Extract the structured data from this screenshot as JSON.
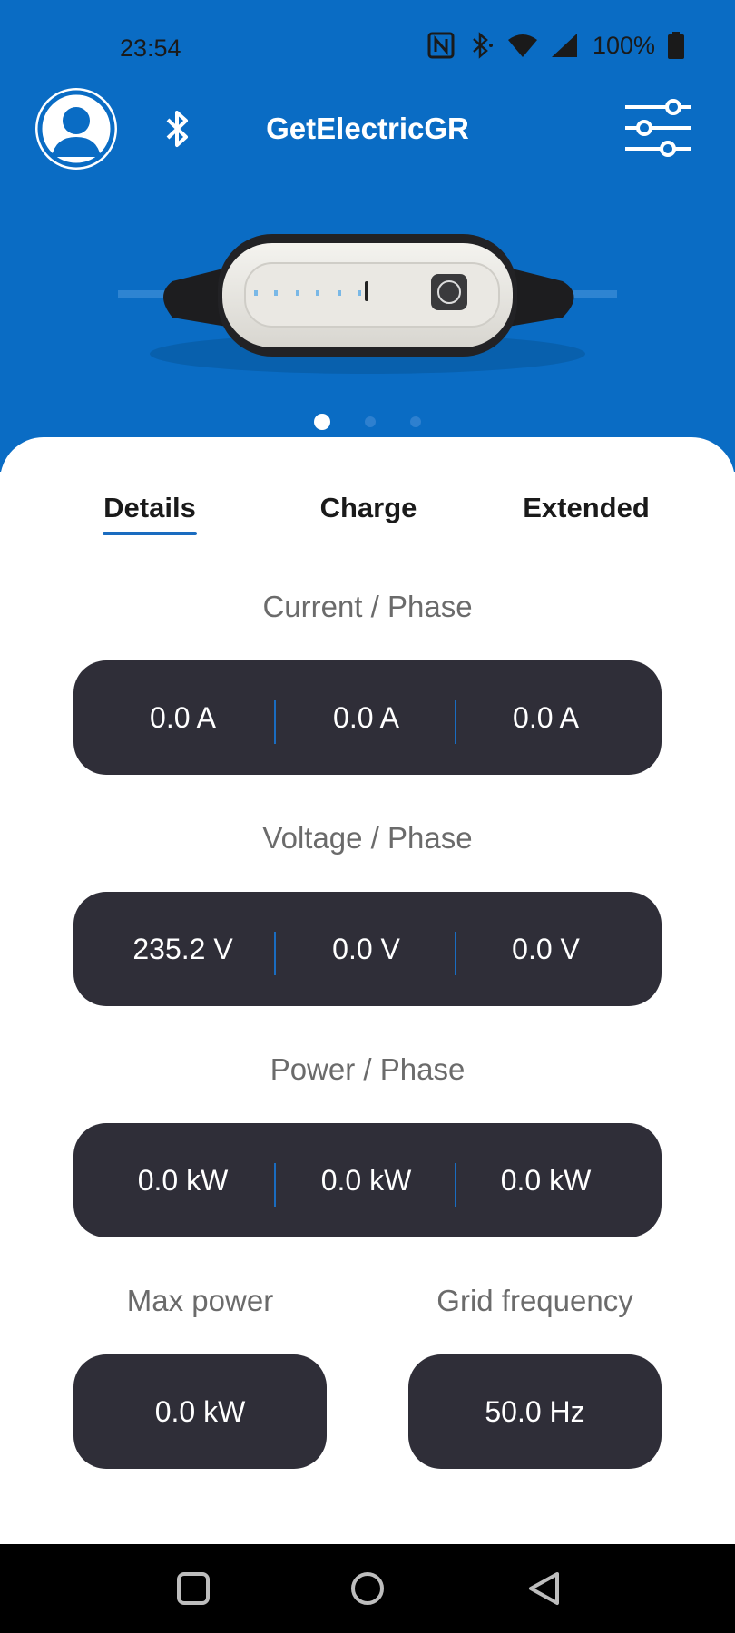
{
  "status_bar": {
    "time": "23:54",
    "icons": [
      "nfc-icon",
      "bluetooth-icon",
      "wifi-icon",
      "signal-icon"
    ],
    "battery": "100%"
  },
  "header": {
    "title": "GetElectricGR",
    "icons": [
      "user-avatar-icon",
      "bluetooth-icon",
      "settings-sliders-icon"
    ]
  },
  "carousel": {
    "pages": 3,
    "active_page": 1
  },
  "tabs": [
    {
      "label": "Details",
      "selected": true
    },
    {
      "label": "Charge",
      "selected": false
    },
    {
      "label": "Extended",
      "selected": false
    }
  ],
  "current": {
    "label": "Current / Phase",
    "values": [
      "0.0 A",
      "0.0 A",
      "0.0 A"
    ]
  },
  "voltage": {
    "label": "Voltage / Phase",
    "values": [
      "235.2 V",
      "0.0 V",
      "0.0 V"
    ]
  },
  "power": {
    "label": "Power / Phase",
    "values": [
      "0.0 kW",
      "0.0 kW",
      "0.0 kW"
    ]
  },
  "max_power": {
    "label": "Max power",
    "value": "0.0 kW"
  },
  "grid_frequency": {
    "label": "Grid frequency",
    "value": "50.0 Hz"
  },
  "colors": {
    "brand_blue": "#0a6cc4",
    "panel": "#2f2e38",
    "accent": "#1a6cc0"
  },
  "nav": [
    "recents-square-icon",
    "home-circle-icon",
    "back-triangle-icon"
  ]
}
